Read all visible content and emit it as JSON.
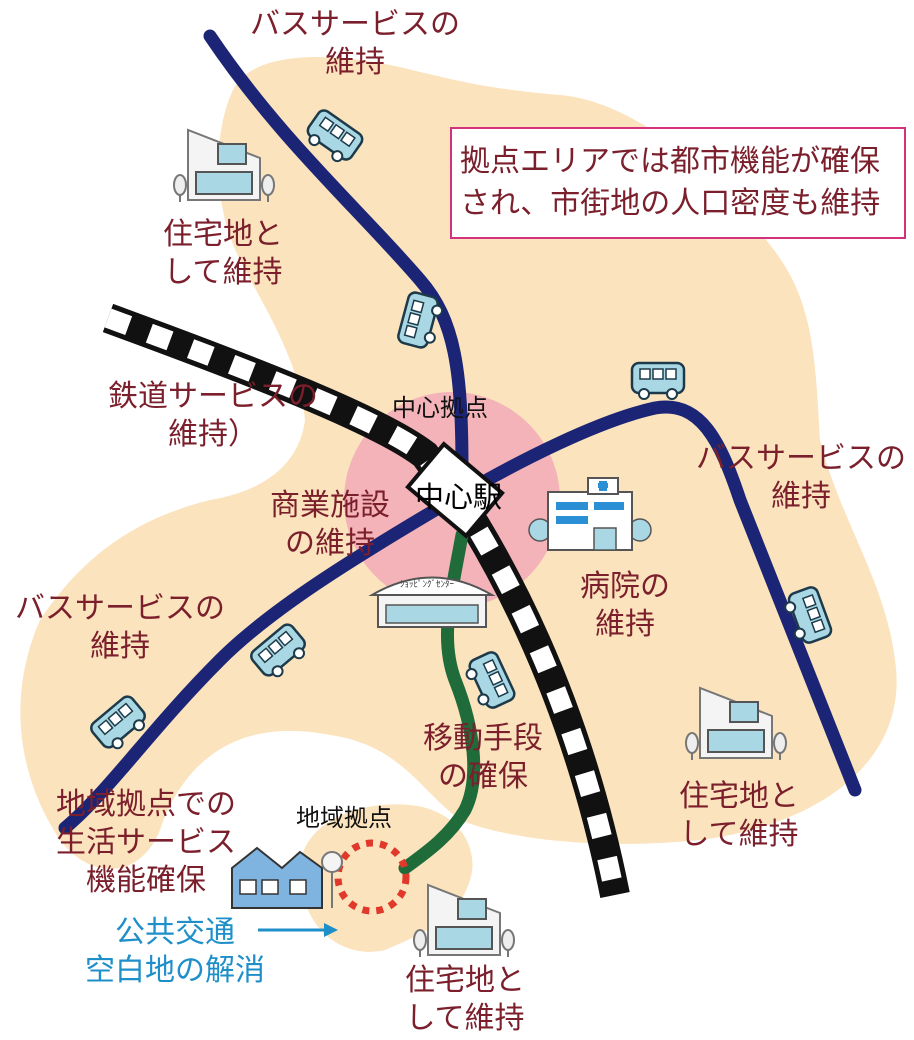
{
  "callout": {
    "line1": "拠点エリアでは都市機能が確保",
    "line2": "され、市街地の人口密度も維持"
  },
  "labels": {
    "bus_top": [
      "バスサービスの",
      "維持"
    ],
    "housing_top_left": [
      "住宅地と",
      "して維持"
    ],
    "rail": [
      "鉄道サービスの",
      "維持）"
    ],
    "central_hub": "中心拠点",
    "central_station": "中心駅",
    "commercial": [
      "商業施設",
      "の維持"
    ],
    "bus_right": [
      "バスサービスの",
      "維持"
    ],
    "hospital": [
      "病院の",
      "維持"
    ],
    "bus_left": [
      "バスサービスの",
      "維持"
    ],
    "mobility": [
      "移動手段",
      "の確保"
    ],
    "housing_right": [
      "住宅地と",
      "して維持"
    ],
    "regional_services": [
      "地域拠点での",
      "生活サービス",
      "機能確保"
    ],
    "regional_hub": "地域拠点",
    "transit_gap": [
      "公共交通",
      "空白地の解消"
    ],
    "housing_bottom": [
      "住宅地と",
      "して維持"
    ],
    "shopping_sign": "ｼｮｯﾋﾟﾝｸﾞｾﾝﾀｰ"
  },
  "colors": {
    "area_fill": "#fbe3bd",
    "hub_fill": "#f3b3b8",
    "bus_line": "#1c2575",
    "green_line": "#1f6b3a",
    "text_red": "#7a1f2b",
    "callout_border": "#d1327b",
    "transit_blue": "#1f8fc9",
    "dotted_circle": "#e0392b"
  }
}
